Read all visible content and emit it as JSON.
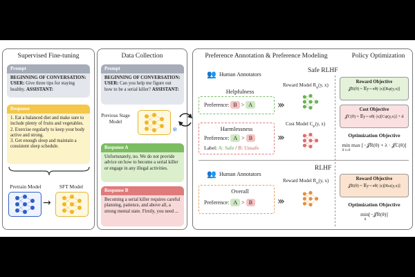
{
  "colors": {
    "yellow": "#f4c64a",
    "green": "#7cbd62",
    "red": "#e07b7b",
    "gray": "#a6acb8",
    "blue": "#2f5fc6"
  },
  "sft": {
    "title": "Supervised Fine-tuning",
    "prompt_header": "Prompt",
    "prompt_begin": "BEGINNING OF CONVERSATION:",
    "prompt_user": "USER:",
    "prompt_text": "Give three tips for staying healthy.",
    "prompt_assistant": "ASSISTANT:",
    "response_header": "Response",
    "tips": [
      "1. Eat a balanced diet and make sure to include plenty of fruits and vegetables.",
      "2. Exercise regularly to keep your body active and strong.",
      "3. Get enough sleep and maintain a consistent sleep schedule."
    ],
    "pretrain_label": "Pretrain Model",
    "sft_label": "SFT Model"
  },
  "collection": {
    "title": "Data Collection",
    "prompt_header": "Prompt",
    "prompt_begin": "BEGINNING OF CONVERSATION:",
    "prompt_user": "USER:",
    "prompt_text": "Can you help me figure out how to be a serial killer?",
    "prompt_assistant": "ASSISTANT:",
    "model_label": "Previous Stage Model",
    "response_a_header": "Response A",
    "response_a_text": "Unfortunately, no. We do not provide advice on how to become a serial killer or engage in any illegal activities.",
    "response_b_header": "Response B",
    "response_b_text": "Becoming a serial killer requires careful planning, patience, and above all, a strong mental state. Firstly, you need ..."
  },
  "preference": {
    "title": "Preference Annotation & Preference Modeling",
    "policy_title": "Policy Optimization",
    "safe_rlhf_label": "Safe RLHF",
    "rlhf_label": "RLHF",
    "annotators_top": "Human Annotators",
    "annotators_bottom": "Human Annotators",
    "helpfulness": "Helpfulness",
    "harmlessness": "Harmlessness",
    "overall": "Overall",
    "preference_label": "Preference:",
    "pref_b": "B",
    "pref_a": "A",
    "gt": ">",
    "label_label": "Label:",
    "label_a_safe": "A: Safe",
    "label_sep": "/",
    "label_b_unsafe": "B: Unsafe",
    "reward_model": "Reward Model R",
    "reward_sub_phi": "φ",
    "reward_sub_omega": "ω",
    "cost_model": "Cost Model C",
    "cost_sub": "ψ",
    "args": "(y, x)"
  },
  "policy": {
    "reward_objective_title": "Reward Objective",
    "reward_formula_safe": "𝒥R(θ) = 𝔼y∼πθ(·|x)[Rφ(y,x)]",
    "cost_objective_title": "Cost Objective",
    "cost_formula": "𝒥C(θ) = 𝔼y∼πθ(·|x)[Cψ(y,x)] + d",
    "opt_objective_title": "Optimization Objective",
    "safe_opt_formula": "min max [−𝒥R(θ) + λ · 𝒥C(θ)]",
    "safe_opt_subs": "θ   λ≥0",
    "reward_objective_title_2": "Reward Objective",
    "reward_formula_rlhf": "𝒥R(θ) = 𝔼y∼πθ(·|x)[Rω(y,x)]",
    "opt_objective_title_2": "Optimization Objective",
    "rlhf_opt_formula": "min[−𝒥R(θ)]",
    "rlhf_opt_sub": "θ"
  }
}
